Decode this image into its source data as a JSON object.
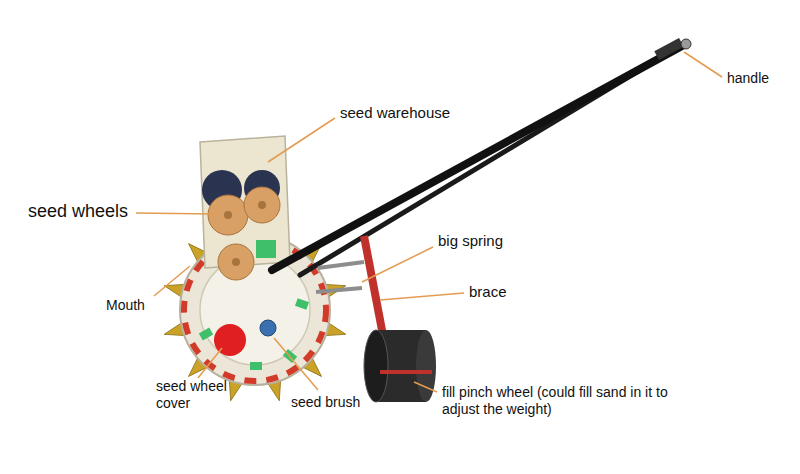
{
  "diagram": {
    "labels": [
      "handle",
      "seed warehouse",
      "seed wheels",
      "big spring",
      "brace",
      "Mouth",
      "seed wheel cover",
      "seed brush",
      "fill pinch wheel (could fill sand in it to adjust the weight)"
    ]
  }
}
